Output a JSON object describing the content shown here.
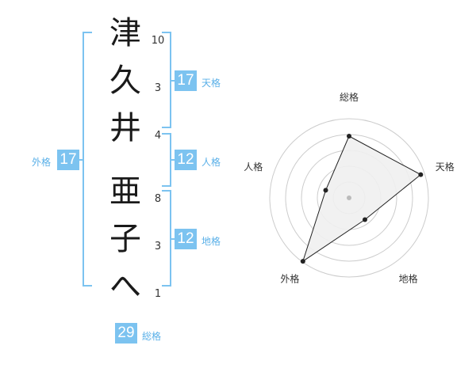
{
  "characters": [
    {
      "char": "津",
      "strokes": "10"
    },
    {
      "char": "久",
      "strokes": "3"
    },
    {
      "char": "井",
      "strokes": "4"
    },
    {
      "char": "亜",
      "strokes": "8"
    },
    {
      "char": "子",
      "strokes": "3"
    },
    {
      "char": "へ",
      "strokes": "1"
    }
  ],
  "fortunes": {
    "tenkaku": {
      "value": "17",
      "label": "天格"
    },
    "jinkaku": {
      "value": "12",
      "label": "人格"
    },
    "chikaku": {
      "value": "12",
      "label": "地格"
    },
    "gaikaku": {
      "value": "17",
      "label": "外格"
    },
    "soukaku": {
      "value": "29",
      "label": "総格"
    }
  },
  "radar": {
    "axes": [
      "総格",
      "天格",
      "地格",
      "外格",
      "人格"
    ],
    "levels": 5,
    "values": [
      0.78,
      0.95,
      0.34,
      0.99,
      0.31
    ],
    "colors": {
      "fill": "#f0f0f0",
      "line": "#222222",
      "ring": "#cccccc",
      "center": "#bbbbbb"
    }
  },
  "colors": {
    "accent": "#7cc3f0"
  }
}
